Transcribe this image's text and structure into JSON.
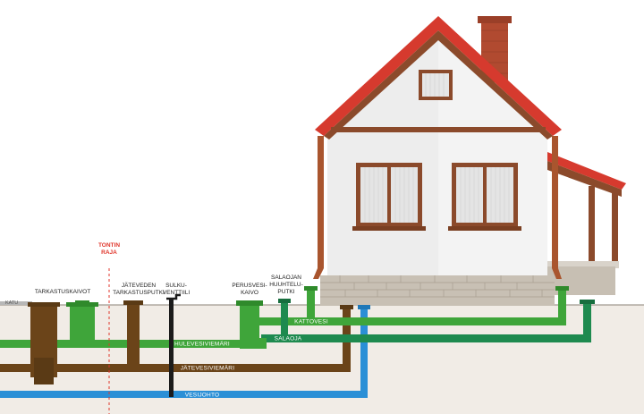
{
  "labels": {
    "ground": "KATU",
    "plot_border_line1": "TONTIN",
    "plot_border_line2": "RAJA",
    "inspection_wells": "TARKASTUSKAIVOT",
    "wastewater_pipe_line1": "JÄTEVEDEN",
    "wastewater_pipe_line2": "TARKASTUSPUTKI",
    "shutoff_line1": "SULKU-",
    "shutoff_line2": "VENTTIILI",
    "foundation_well_line1": "PERUSVESI-",
    "foundation_well_line2": "KAIVO",
    "drain_flush_line1": "SALAOJAN",
    "drain_flush_line2": "HUUHTELU-",
    "drain_flush_line3": "PUTKI"
  },
  "pipes": {
    "roof_water": "KATTOVESI",
    "drainage": "SALAOJA",
    "stormwater": "HULEVESIVIEMÄRI",
    "sewer": "JÄTEVESIVIEMÄRI",
    "water_main": "VESIJOHTO"
  },
  "colors": {
    "storm_green": "#3fa53a",
    "drain_green": "#1e8a4f",
    "sewer_brown": "#6b4419",
    "water_blue": "#2a8fd6",
    "roof_red": "#d63a2e",
    "plot_border_red": "#e0362b"
  }
}
